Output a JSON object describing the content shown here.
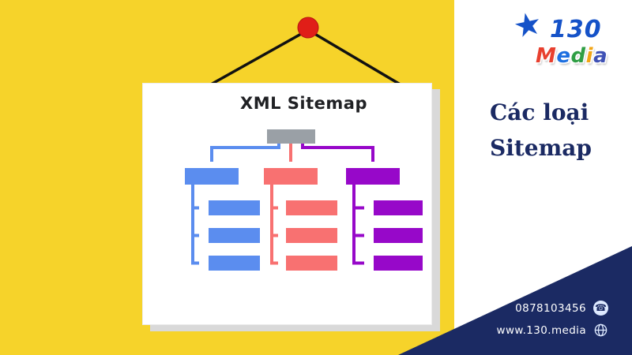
{
  "brand": {
    "number": "130",
    "word": "Media",
    "letters": [
      {
        "ch": "M",
        "color": "#e8402f"
      },
      {
        "ch": "e",
        "color": "#1d6fe0"
      },
      {
        "ch": "d",
        "color": "#2f9e44"
      },
      {
        "ch": "i",
        "color": "#f2a516"
      },
      {
        "ch": "a",
        "color": "#3f51b5"
      }
    ]
  },
  "headline": {
    "line1": "Các loại",
    "line2": "Sitemap"
  },
  "poster": {
    "title": "XML Sitemap"
  },
  "contact": {
    "phone": "0878103456",
    "website": "www.130.media"
  },
  "icons": {
    "phone": "☎",
    "star": "★",
    "globe": "globe-circle",
    "pin": "red-circle-pin"
  },
  "colors": {
    "yellow": "#f6d32a",
    "navy": "#1b2a63",
    "blue": "#5b8def",
    "red": "#f87171",
    "purple": "#9708c9",
    "gray": "#9aa0a6",
    "pin": "#e01e18",
    "string": "#111111",
    "logo_blue": "#1552c8",
    "icon_light": "#dde9ff",
    "title_ink": "#202124",
    "poster_shadow": "#d9d9d9"
  },
  "diagram": {
    "type": "tree",
    "title": "XML Sitemap",
    "root": {
      "label": "",
      "color": "#9aa0a6"
    },
    "branches": [
      {
        "name": "blue-branch",
        "color": "#5b8def",
        "parent_label": "",
        "children": 3
      },
      {
        "name": "red-branch",
        "color": "#f87171",
        "parent_label": "",
        "children": 3
      },
      {
        "name": "purple-branch",
        "color": "#9708c9",
        "parent_label": "",
        "children": 3
      }
    ]
  }
}
